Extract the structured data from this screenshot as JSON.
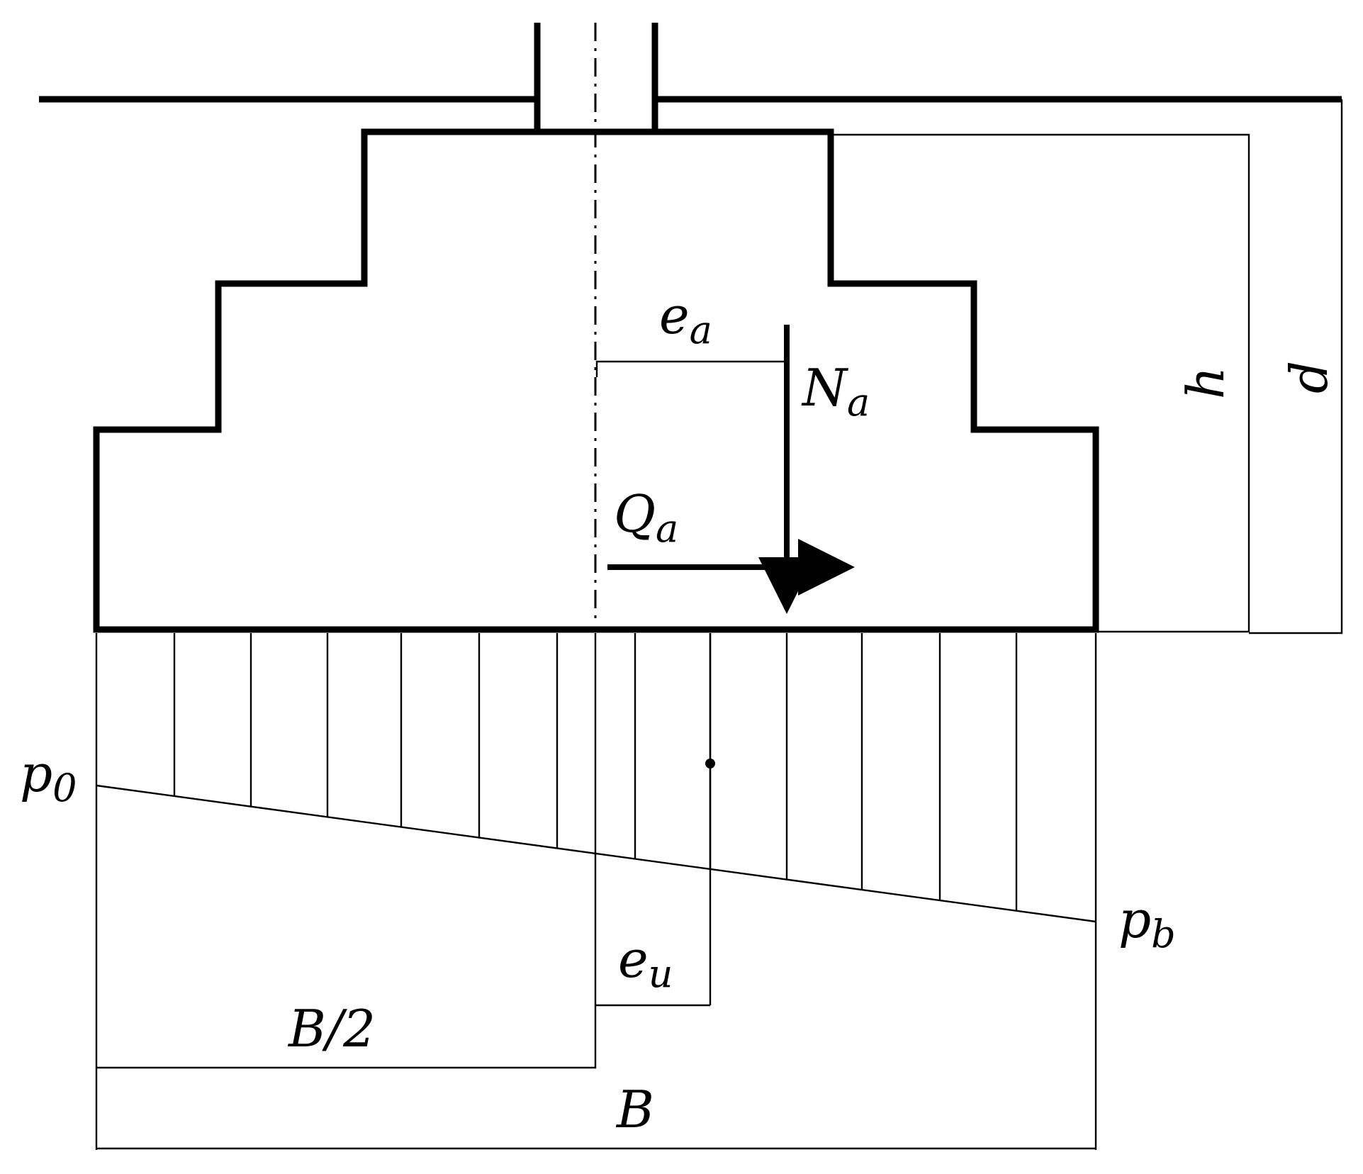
{
  "labels": {
    "e_a": {
      "main": "e",
      "sub": "a"
    },
    "N_a": {
      "main": "N",
      "sub": "a"
    },
    "Q_a": {
      "main": "Q",
      "sub": "a"
    },
    "e_u": {
      "main": "e",
      "sub": "u"
    },
    "p_0": {
      "main": "p",
      "sub": "0"
    },
    "p_b": {
      "main": "p",
      "sub": "b"
    },
    "h": "h",
    "d": "d",
    "B_half": "B/2",
    "B": "B"
  }
}
